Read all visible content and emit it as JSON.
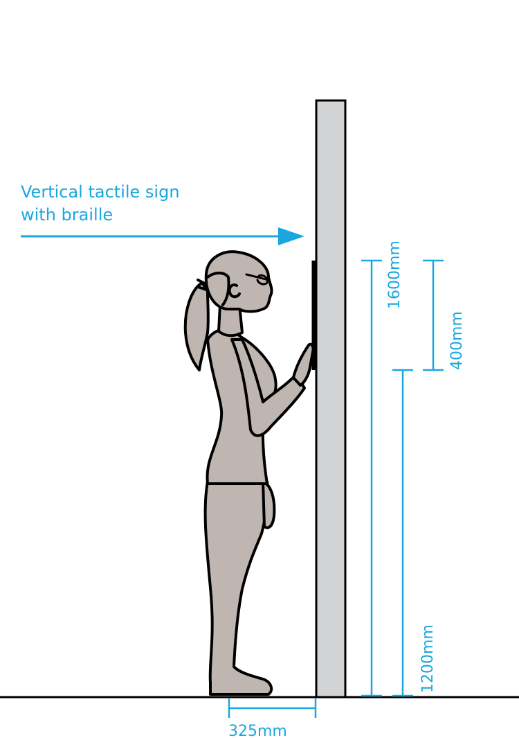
{
  "annotation": {
    "line1": "Vertical tactile sign",
    "line2": "with braille"
  },
  "dimensions": {
    "sign_top_height": "1600mm",
    "sign_size": "400mm",
    "sign_bottom_height": "1200mm",
    "standing_distance": "325mm"
  },
  "colors": {
    "accent": "#1aa7df",
    "wall": "#d1d3d4",
    "figure": "#bfb5b1",
    "outline": "#000000"
  }
}
